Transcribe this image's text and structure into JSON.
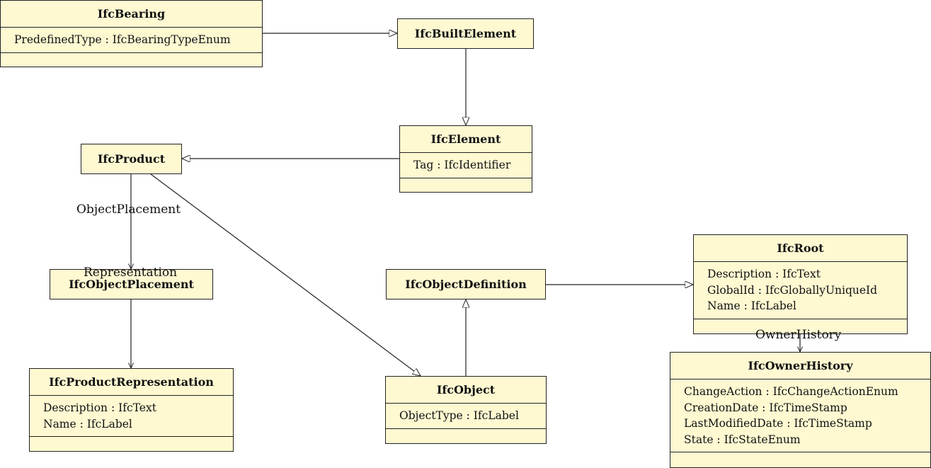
{
  "classes": {
    "bearing": {
      "name": "IfcBearing",
      "attributes": [
        "PredefinedType : IfcBearingTypeEnum"
      ]
    },
    "built_element": {
      "name": "IfcBuiltElement"
    },
    "element": {
      "name": "IfcElement",
      "attributes": [
        "Tag : IfcIdentifier"
      ]
    },
    "product": {
      "name": "IfcProduct"
    },
    "object_placement": {
      "name": "IfcObjectPlacement"
    },
    "product_representation": {
      "name": "IfcProductRepresentation",
      "attributes": [
        "Description : IfcText",
        "Name : IfcLabel"
      ]
    },
    "object_definition": {
      "name": "IfcObjectDefinition"
    },
    "object": {
      "name": "IfcObject",
      "attributes": [
        "ObjectType : IfcLabel"
      ]
    },
    "root": {
      "name": "IfcRoot",
      "attributes": [
        "Description : IfcText",
        "GlobalId : IfcGloballyUniqueId",
        "Name : IfcLabel"
      ]
    },
    "owner_history": {
      "name": "IfcOwnerHistory",
      "attributes": [
        "ChangeAction : IfcChangeActionEnum",
        "CreationDate : IfcTimeStamp",
        "LastModifiedDate : IfcTimeStamp",
        "State : IfcStateEnum"
      ]
    }
  },
  "associations": {
    "object_placement": "ObjectPlacement",
    "representation": "Representation",
    "owner_history": "OwnerHistory"
  },
  "colors": {
    "class_fill": "#fff9d2",
    "line": "#222222"
  }
}
